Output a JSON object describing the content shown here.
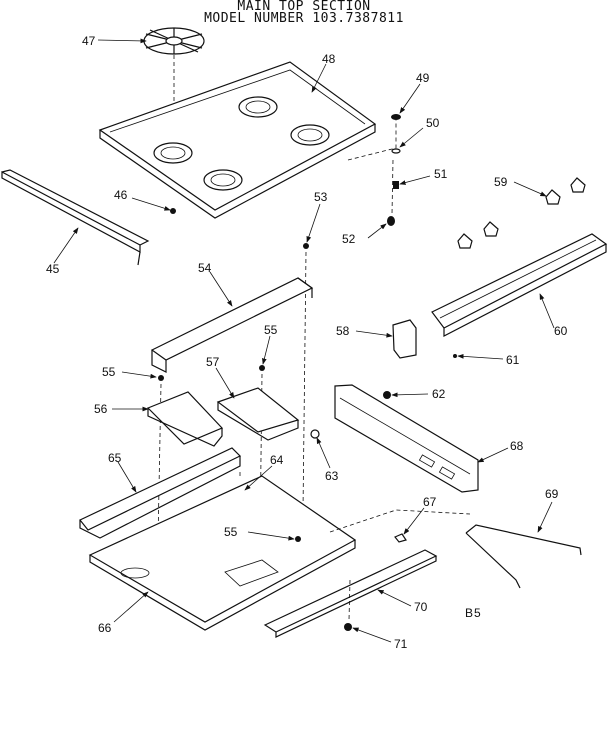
{
  "header": {
    "title": "MAIN TOP SECTION",
    "subtitle": "MODEL NUMBER 103.7387811"
  },
  "page_code": "B5",
  "callouts": [
    "47",
    "48",
    "49",
    "50",
    "51",
    "46",
    "45",
    "53",
    "59",
    "52",
    "54",
    "55",
    "58",
    "60",
    "61",
    "55",
    "57",
    "62",
    "56",
    "68",
    "63",
    "65",
    "64",
    "69",
    "67",
    "55",
    "66",
    "70",
    "71"
  ]
}
